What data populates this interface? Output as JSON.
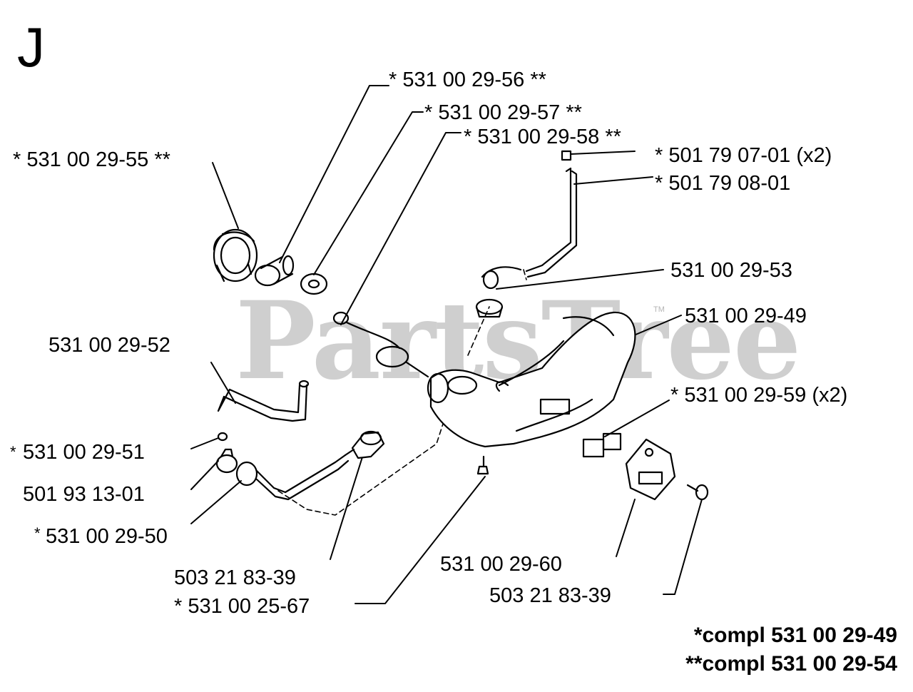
{
  "section_letter": "J",
  "watermark": {
    "text": "PartsTree",
    "mark": "TM"
  },
  "labels": {
    "p56": "* 531 00 29-56 **",
    "p57": "* 531 00 29-57 **",
    "p58": "* 531 00 29-58 **",
    "p55": "* 531 00 29-55 **",
    "p0701": "* 501 79 07-01 (x2)",
    "p0801": "* 501 79 08-01",
    "p53": "531 00 29-53",
    "p49": "531 00 29-49",
    "p52": "531 00 29-52",
    "p59": "* 531 00 29-59 (x2)",
    "p51": "531 00 29-51",
    "p1301": "501 93 13-01",
    "p50": "531 00 29-50",
    "p8339a": "503 21 83-39",
    "p2567": "* 531 00 25-67",
    "p60": "531 00 29-60",
    "p8339b": "503 21 83-39"
  },
  "notes": {
    "single": "*compl 531 00 29-49",
    "double": "**compl 531 00 29-54"
  }
}
